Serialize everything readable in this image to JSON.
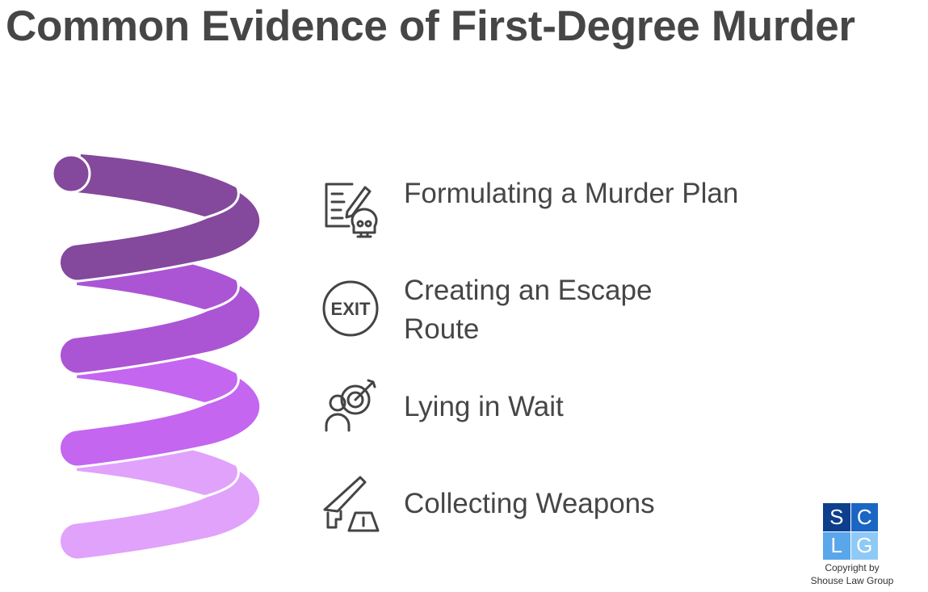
{
  "title": "Common Evidence of First-Degree Murder",
  "items": [
    {
      "label": "Formulating a Murder Plan",
      "icon": "plan-skull-icon"
    },
    {
      "label": "Creating an Escape Route",
      "icon": "exit-sign-icon"
    },
    {
      "label": "Lying in Wait",
      "icon": "person-target-icon"
    },
    {
      "label": "Collecting Weapons",
      "icon": "knife-evidence-icon"
    }
  ],
  "colors": {
    "coil1": "#84489c",
    "coil2": "#ab55d5",
    "coil3": "#c466f0",
    "coil4": "#e0a2fb",
    "text": "#464646"
  },
  "logo": {
    "letters": [
      "S",
      "C",
      "L",
      "G"
    ],
    "colors": [
      "#0d3f8c",
      "#1b66c4",
      "#5aa6ea",
      "#8fcaf6"
    ],
    "copyright": "Copyright by",
    "company": "Shouse Law Group"
  }
}
